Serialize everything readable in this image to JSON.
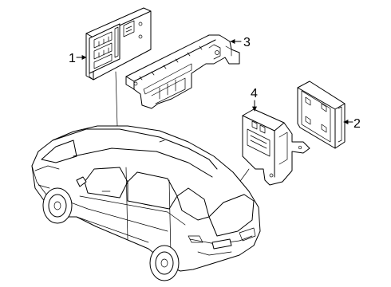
{
  "callouts": {
    "c1": "1",
    "c2": "2",
    "c3": "3",
    "c4": "4"
  },
  "parts": [
    {
      "id": "1",
      "name": "control-module"
    },
    {
      "id": "2",
      "name": "module-box"
    },
    {
      "id": "3",
      "name": "mounting-bracket"
    },
    {
      "id": "4",
      "name": "bracketed-module"
    }
  ]
}
